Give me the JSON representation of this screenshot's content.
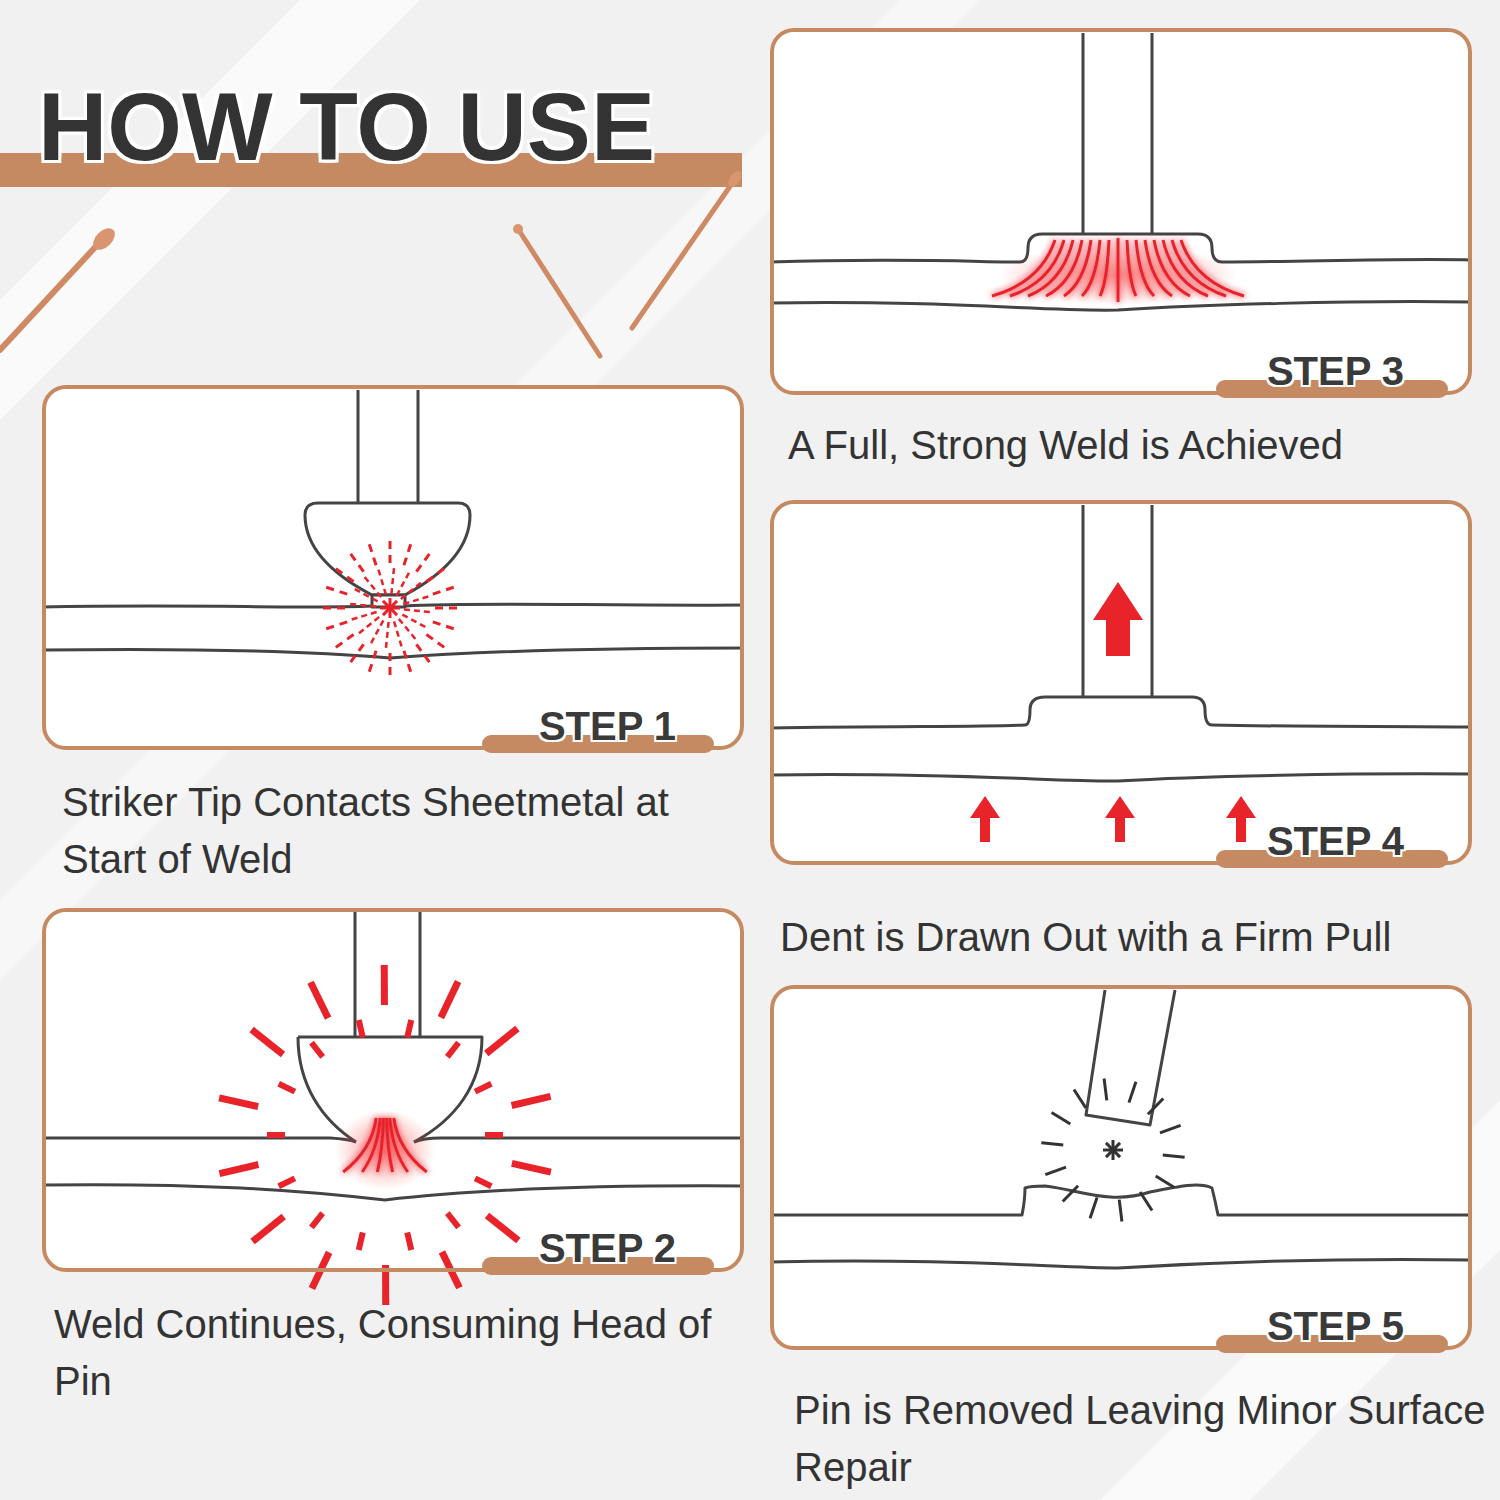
{
  "diagram": {
    "title": "HOW TO USE",
    "nodes": [
      {
        "text": [
          "STEP 1",
          "Striker Tip Contacts Sheetmetal at Start of Weld"
        ]
      },
      {
        "text": [
          "STEP 2",
          "Weld Continues, Consuming Head of Pin"
        ]
      },
      {
        "text": [
          "STEP 3",
          "A Full, Strong Weld is Achieved"
        ]
      },
      {
        "text": [
          "STEP 4",
          "Dent is Drawn Out with a Firm Pull"
        ]
      },
      {
        "text": [
          "STEP 5",
          "Pin is Removed Leaving Minor Surface Repair"
        ]
      }
    ]
  }
}
